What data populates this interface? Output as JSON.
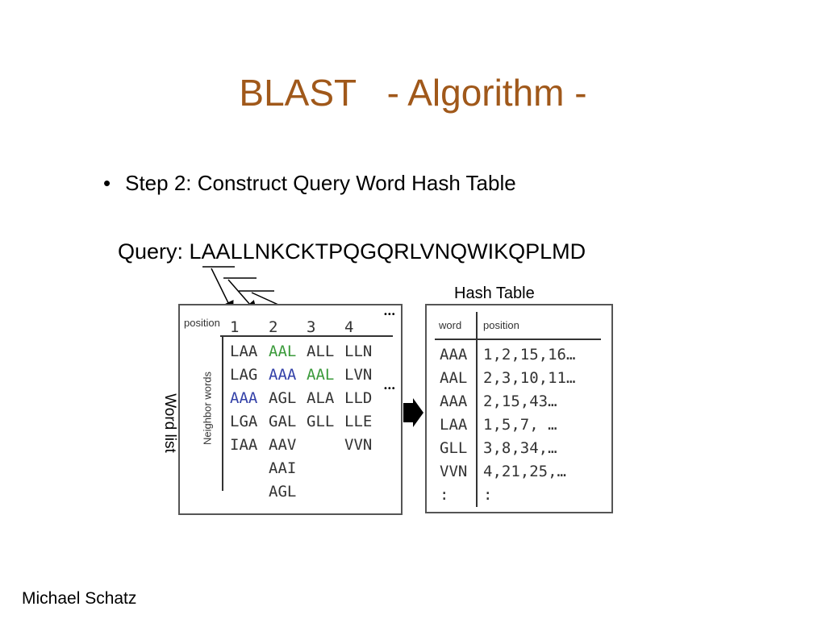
{
  "slide": {
    "title": "BLAST   - Algorithm -",
    "title_color": "#a0581a",
    "bullet": "•",
    "step": "Step 2: Construct Query Word Hash Table",
    "query_label": "Query: ",
    "query_seq": "LAALLNKCKTPQGQRLVNQWIKQPLMD",
    "author": "Michael Schatz"
  },
  "word_list": {
    "side_label": "Word list",
    "position_header": "position",
    "columns": [
      "1",
      "2",
      "3",
      "4"
    ],
    "ellipsis_top": "•••",
    "ellipsis_mid": "•••",
    "row_label": "Neighbor words",
    "col1": [
      "LAA",
      "LAG",
      "AAA",
      "LGA",
      "IAA"
    ],
    "col2": [
      "AAL",
      "AAA",
      "AGL",
      "GAL",
      "AAV",
      "AAI",
      "AGL"
    ],
    "col3": [
      "ALL",
      "AAL",
      "ALA",
      "GLL"
    ],
    "col4": [
      "LLN",
      "LVN",
      "LLD",
      "LLE",
      "VVN"
    ]
  },
  "hash_table": {
    "title": "Hash Table",
    "word_header": "word",
    "position_header": "position",
    "words": [
      "AAA",
      "AAL",
      "AAA",
      "LAA",
      "GLL",
      "VVN",
      ":"
    ],
    "positions": [
      "1,2,15,16…",
      "2,3,10,11…",
      "2,15,43…",
      "1,5,7, …",
      "3,8,34,…",
      "4,21,25,…",
      ":"
    ]
  }
}
